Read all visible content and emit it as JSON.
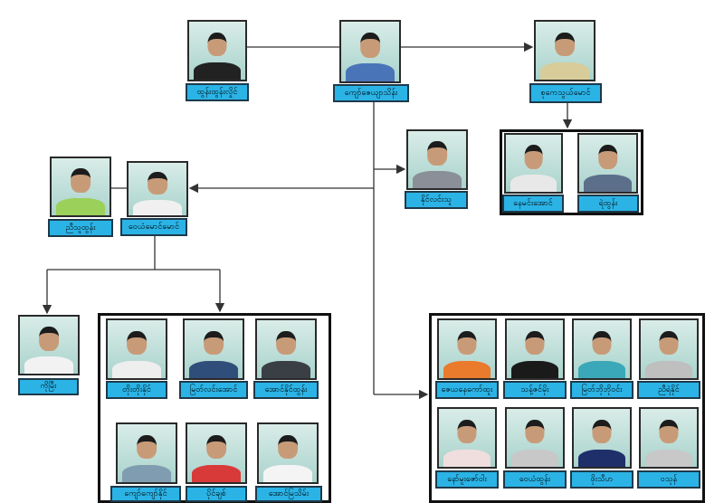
{
  "people": {
    "p1": {
      "name": "ထွန်းထွန်းလှိုင်"
    },
    "p2": {
      "name": "ကျော်ဇေယျာသိန်း"
    },
    "p3": {
      "name": "စုကေသွယ်မောင်"
    },
    "p4": {
      "name": "နေမင်းအောင်"
    },
    "p5": {
      "name": "ရဲထွန်း"
    },
    "p6": {
      "name": "နိုင်လင်းသူ"
    },
    "p7": {
      "name": "ညီသူထွန်း"
    },
    "p8": {
      "name": "ဝေယံမောင်မောင်"
    },
    "p9": {
      "name": "ကိုမြီး"
    },
    "p10": {
      "name": "တိုးတိုးနိုင်"
    },
    "p11": {
      "name": "မြတ်လင်းအောင်"
    },
    "p12": {
      "name": "အောင်နိုင်ထွန်း"
    },
    "p13": {
      "name": "ကျော်ကျော်နိုင်"
    },
    "p14": {
      "name": "ပိုင်ချစ်"
    },
    "p15": {
      "name": "အောင်မြသိမ်း"
    },
    "p16": {
      "name": "ဇေယနေကော်ထူး"
    },
    "p17": {
      "name": "သန့်ဇင်မိုး"
    },
    "p18": {
      "name": "မြတ်ဘိုဘိုဝင်း"
    },
    "p19": {
      "name": "ညီရဲနိုင်"
    },
    "p20": {
      "name": "နော်မူးဇော်ဝါး"
    },
    "p21": {
      "name": "ဝေယံထွန်း"
    },
    "p22": {
      "name": "ဖိုးသီဟ"
    },
    "p23": {
      "name": "ဝသုန်"
    }
  },
  "colors": {
    "label": "#2bb3e6",
    "line": "#333333"
  }
}
